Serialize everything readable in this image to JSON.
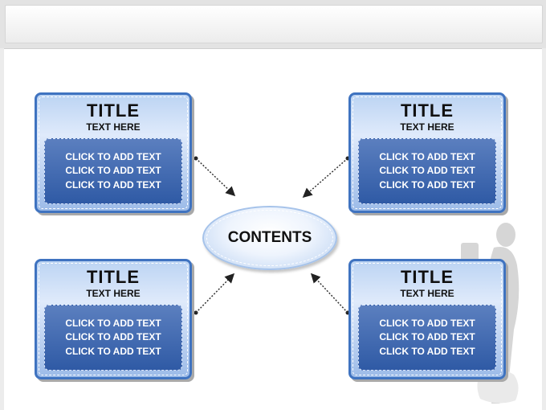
{
  "diagram": {
    "center_label": "CONTENTS",
    "cards": [
      {
        "title": "TITLE",
        "subtitle": "TEXT HERE",
        "lines": [
          "CLICK TO ADD TEXT",
          "CLICK TO ADD TEXT",
          "CLICK TO ADD TEXT"
        ]
      },
      {
        "title": "TITLE",
        "subtitle": "TEXT HERE",
        "lines": [
          "CLICK TO ADD TEXT",
          "CLICK TO ADD TEXT",
          "CLICK TO ADD TEXT"
        ]
      },
      {
        "title": "TITLE",
        "subtitle": "TEXT HERE",
        "lines": [
          "CLICK TO ADD TEXT",
          "CLICK TO ADD TEXT",
          "CLICK TO ADD TEXT"
        ]
      },
      {
        "title": "TITLE",
        "subtitle": "TEXT HERE",
        "lines": [
          "CLICK TO ADD TEXT",
          "CLICK TO ADD TEXT",
          "CLICK TO ADD TEXT"
        ]
      }
    ]
  },
  "colors": {
    "card_border": "#3f73c0",
    "card_body": "#2f5aa5",
    "center_fill": "#eef4fd"
  }
}
